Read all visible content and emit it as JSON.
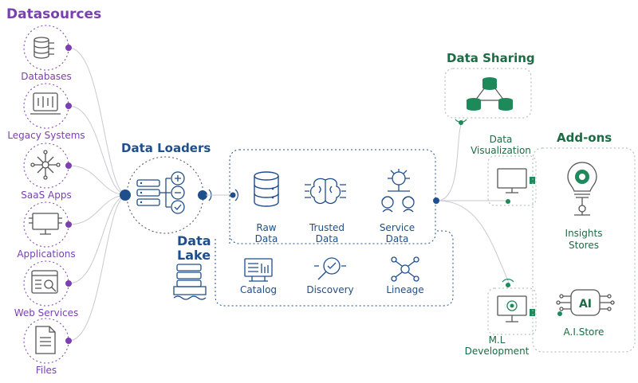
{
  "datasources": {
    "title": "Datasources",
    "items": [
      "Databases",
      "Legacy Systems",
      "SaaS Apps",
      "Applications",
      "Web Services",
      "Files"
    ]
  },
  "loaders": {
    "title": "Data Loaders"
  },
  "lake": {
    "title_line1": "Data",
    "title_line2": "Lake",
    "raw": [
      "Raw",
      "Data"
    ],
    "trusted": [
      "Trusted",
      "Data"
    ],
    "service": [
      "Service",
      "Data"
    ],
    "catalog": "Catalog",
    "discovery": "Discovery",
    "lineage": "Lineage"
  },
  "sharing": {
    "title": "Data Sharing"
  },
  "visualization": [
    "Data",
    "Visualization"
  ],
  "ml": [
    "M.L",
    "Development"
  ],
  "addons": {
    "title": "Add-ons",
    "insights": [
      "Insights",
      "Stores"
    ],
    "ai_badge": "AI",
    "ai_store": "A.I.Store"
  },
  "colors": {
    "purple": "#7a3fb0",
    "navy": "#1f4e8c",
    "green": "#1e8a5a",
    "dark_green": "#1d6b44"
  }
}
